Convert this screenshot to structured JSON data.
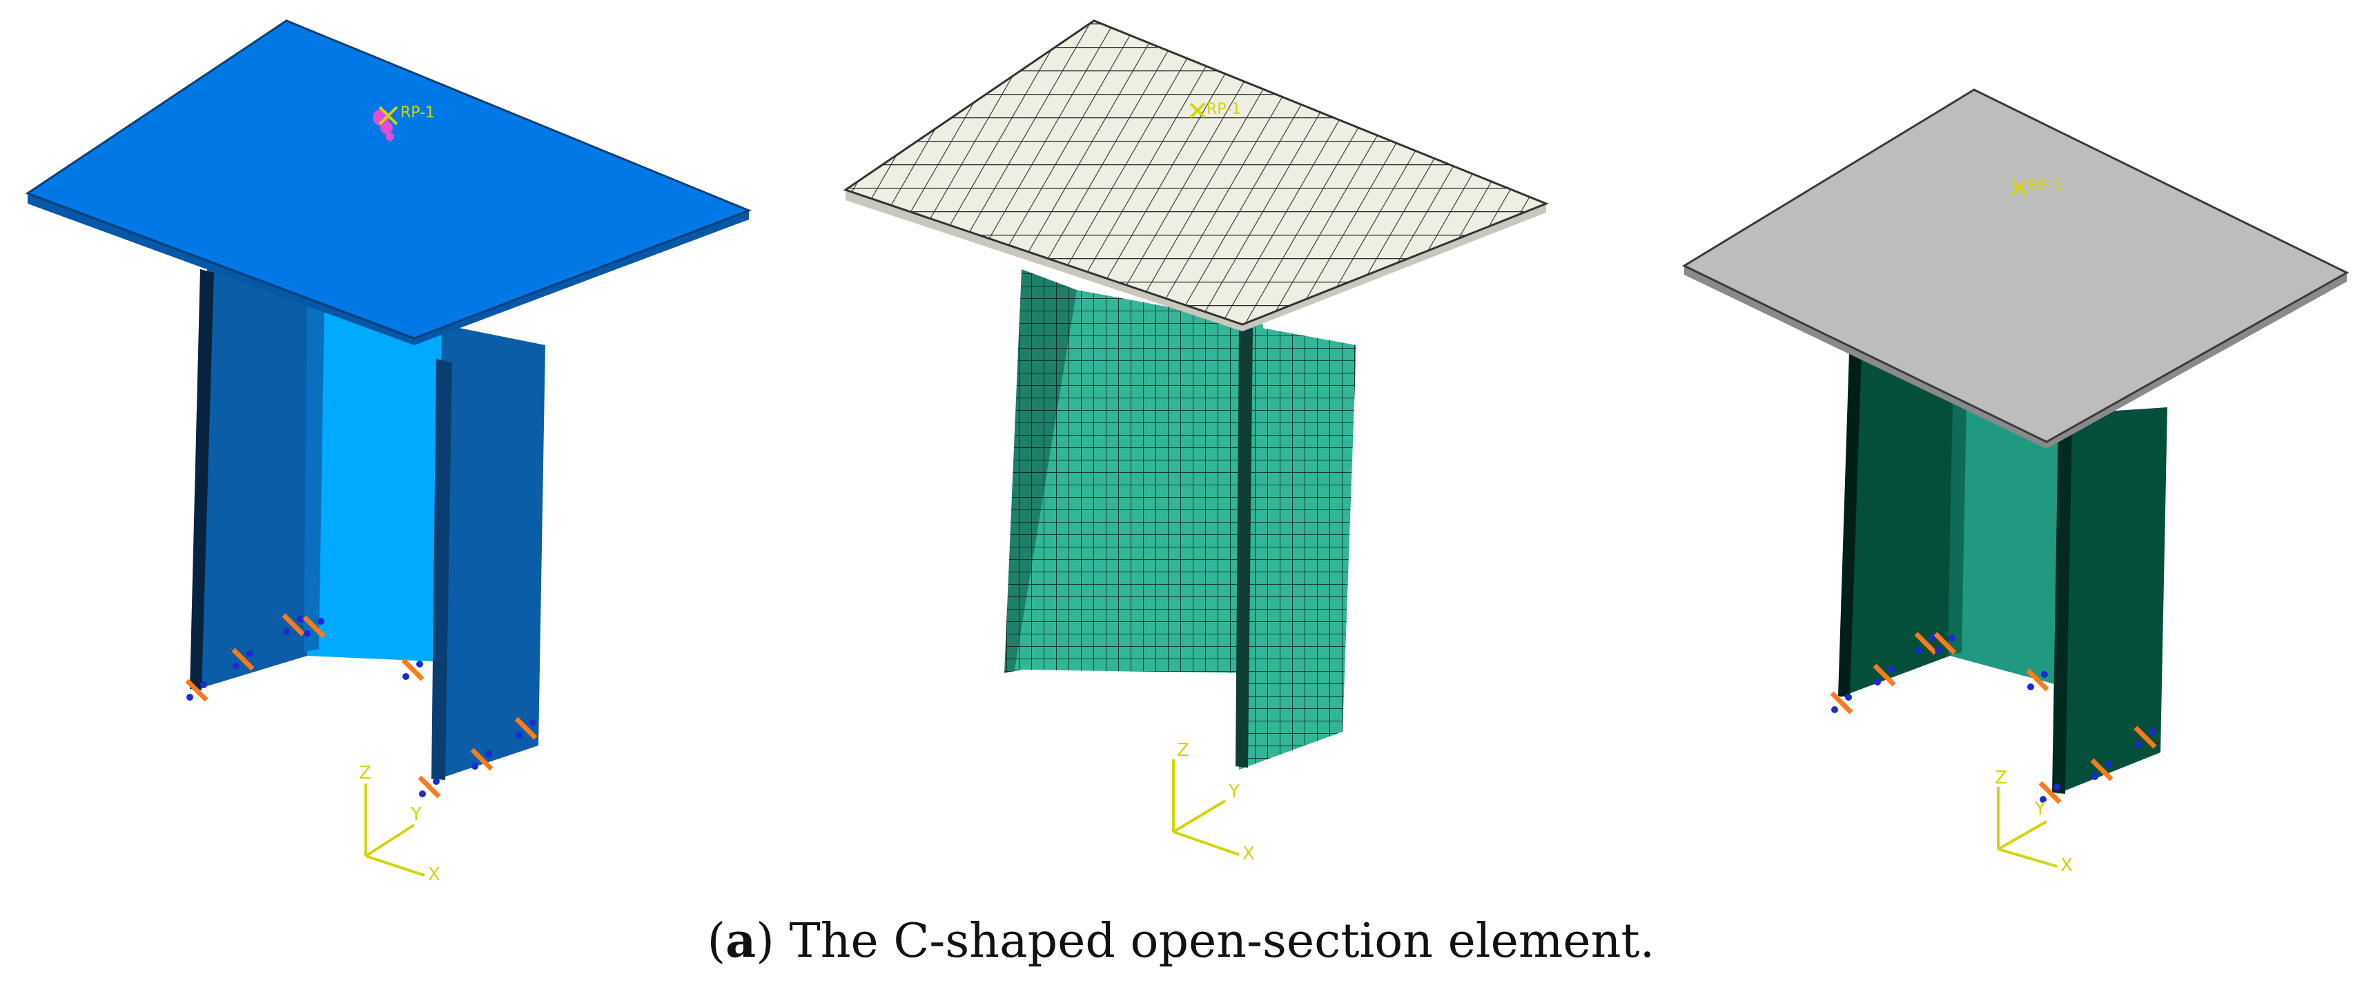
{
  "models": [
    {
      "rp_label": "RP-1",
      "axes": {
        "z": "Z",
        "y": "Y",
        "x": "X"
      }
    },
    {
      "rp_label": "RP-1",
      "axes": {
        "z": "Z",
        "y": "Y",
        "x": "X"
      }
    },
    {
      "rp_label": "RP-1",
      "axes": {
        "z": "Z",
        "y": "Y",
        "x": "X"
      }
    }
  ],
  "caption": {
    "open_paren": "(",
    "letter": "a",
    "close_paren": ")",
    "text": " The C-shaped open-section element."
  },
  "colors": {
    "model1_plate": "#0079e6",
    "model1_wall": "#0a5da6",
    "model1_web": "#00aaff",
    "model2_plate": "#efeee3",
    "model2_mesh": "#1e1e1e",
    "model2_wall": "#33b598",
    "model3_plate": "#bdbdbd",
    "model3_wall": "#034f3c",
    "model3_web": "#1f9a80",
    "axis_color": "#d4d40a",
    "bc_orange": "#ff7a1a",
    "bc_blue": "#1a2bd4"
  }
}
